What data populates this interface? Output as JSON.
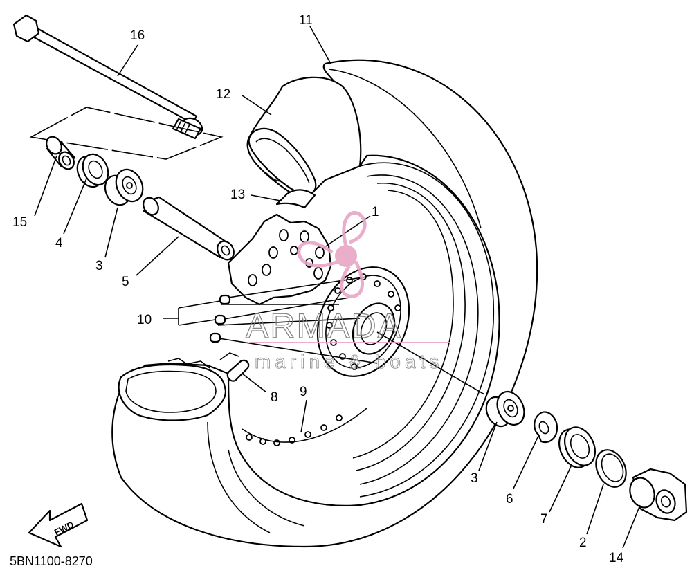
{
  "callouts": {
    "n1": "1",
    "n2": "2",
    "n3a": "3",
    "n3b": "3",
    "n4": "4",
    "n5": "5",
    "n6": "6",
    "n7": "7",
    "n8": "8",
    "n9": "9",
    "n10": "10",
    "n11": "11",
    "n12": "12",
    "n13": "13",
    "n14": "14",
    "n15": "15",
    "n16": "16"
  },
  "fwd_label": "FWD",
  "diagram_code": "5BN1100-8270",
  "watermark": {
    "brand": "ARMADA",
    "tagline": "marine & boats"
  },
  "colors": {
    "line": "#000000",
    "background": "#ffffff",
    "watermark_pink": "#e8a6c6",
    "watermark_gray": "#888888"
  }
}
